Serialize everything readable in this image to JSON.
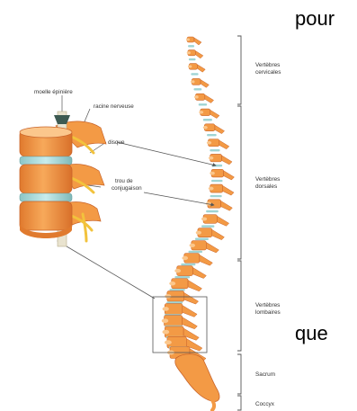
{
  "slide": {
    "word_top": "pour",
    "word_bottom": "que"
  },
  "diagram": {
    "inset_labels": {
      "spinal_cord": "moelle épinière",
      "nerve_root": "racine nerveuse",
      "disc": "disque",
      "foramen_line1": "trou de",
      "foramen_line2": "conjugaison"
    },
    "regions": {
      "cervical_1": "Vertèbres",
      "cervical_2": "cervicales",
      "thoracic_1": "Vertèbres",
      "thoracic_2": "dorsales",
      "lumbar_1": "Vertèbres",
      "lumbar_2": "lombaires",
      "sacrum": "Sacrum",
      "coccyx": "Coccyx"
    },
    "colors": {
      "bone": "#f39a45",
      "bone_dark": "#c9642a",
      "bone_light": "#fbc78c",
      "disc": "#9fd4d4",
      "nerve": "#f2c23c",
      "line": "#555555"
    }
  }
}
